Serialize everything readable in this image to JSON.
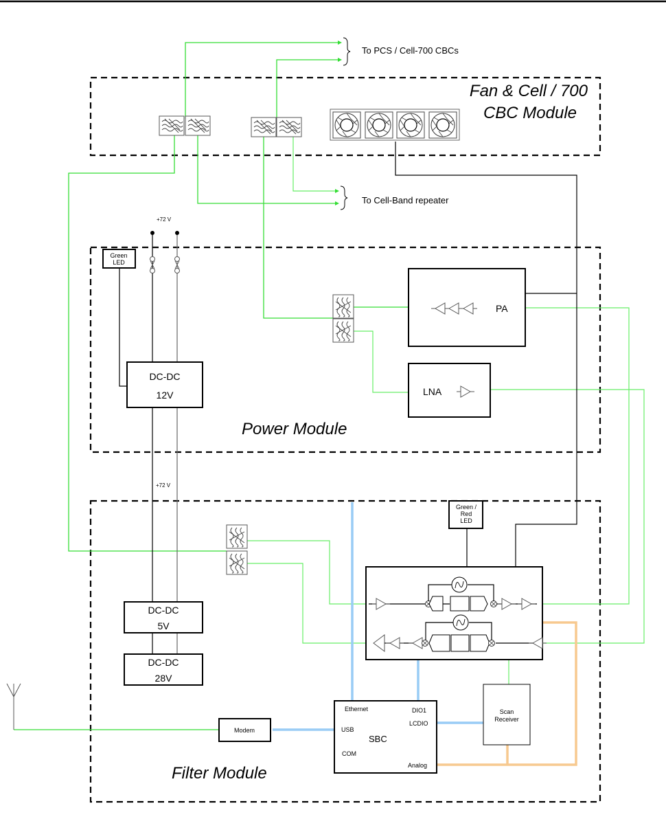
{
  "diagram": {
    "modules": {
      "fan_cbc": {
        "line1": "Fan & Cell / 700",
        "line2": "CBC Module"
      },
      "power": {
        "title": "Power Module"
      },
      "filter": {
        "title": "Filter Module"
      }
    },
    "external_labels": {
      "to_pcs": "To PCS / Cell-700 CBCs",
      "to_cell_band": "To Cell-Band repeater",
      "voltage_top": "+72 V",
      "voltage_mid": "+72 V"
    },
    "blocks": {
      "green_led": {
        "line1": "Green",
        "line2": "LED"
      },
      "green_red_led": {
        "line1": "Green /",
        "line2": "Red",
        "line3": "LED"
      },
      "dcdc_12": {
        "line1": "DC-DC",
        "line2": "12V"
      },
      "dcdc_5": {
        "line1": "DC-DC",
        "line2": "5V"
      },
      "dcdc_28": {
        "line1": "DC-DC",
        "line2": "28V"
      },
      "pa": {
        "label": "PA"
      },
      "lna": {
        "label": "LNA"
      },
      "modem": {
        "label": "Modem"
      },
      "scan_receiver": {
        "line1": "Scan",
        "line2": "Receiver"
      },
      "sbc": {
        "label": "SBC",
        "ports": {
          "ethernet": "Ethernet",
          "usb": "USB",
          "com": "COM",
          "dio1": "DIO1",
          "lcdio": "LCDIO",
          "analog": "Analog"
        }
      }
    },
    "icons": [
      "filter-icon",
      "fan-icon",
      "amplifier-icon",
      "oscillator-icon",
      "mixer-icon",
      "fuse-icon",
      "antenna-icon",
      "terminal-dot-icon"
    ],
    "colors": {
      "rf_line": "#33dd33",
      "ethernet_line": "#99ccf5",
      "analog_line": "#f7c98f",
      "power_line": "#000000"
    }
  }
}
